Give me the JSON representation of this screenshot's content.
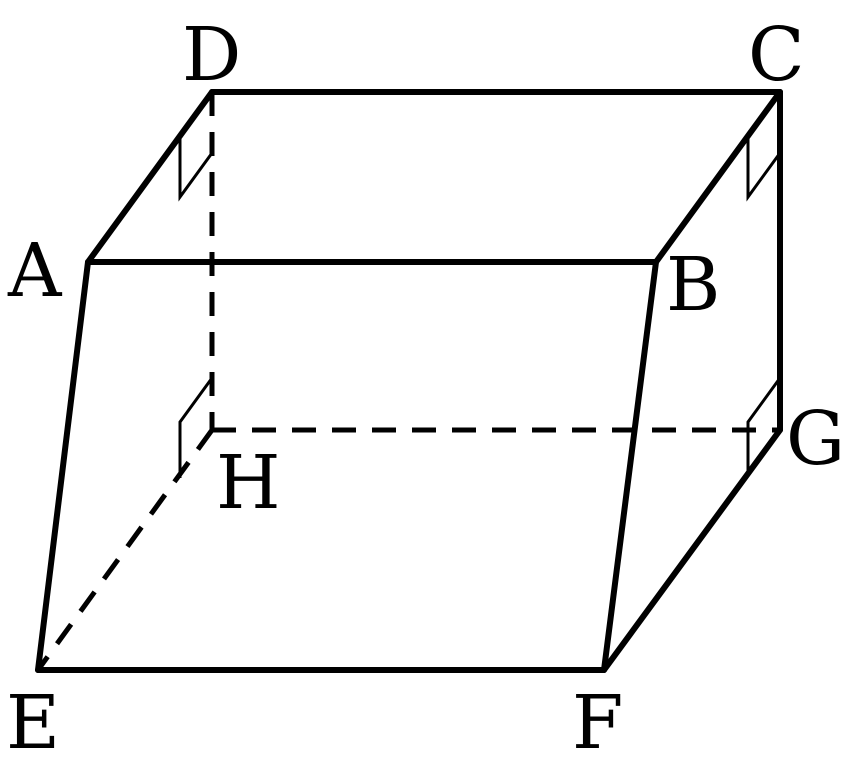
{
  "vertices": {
    "A": "A",
    "B": "B",
    "C": "C",
    "D": "D",
    "E": "E",
    "F": "F",
    "G": "G",
    "H": "H"
  },
  "colors": {
    "line": "#000000",
    "background": "#ffffff"
  }
}
